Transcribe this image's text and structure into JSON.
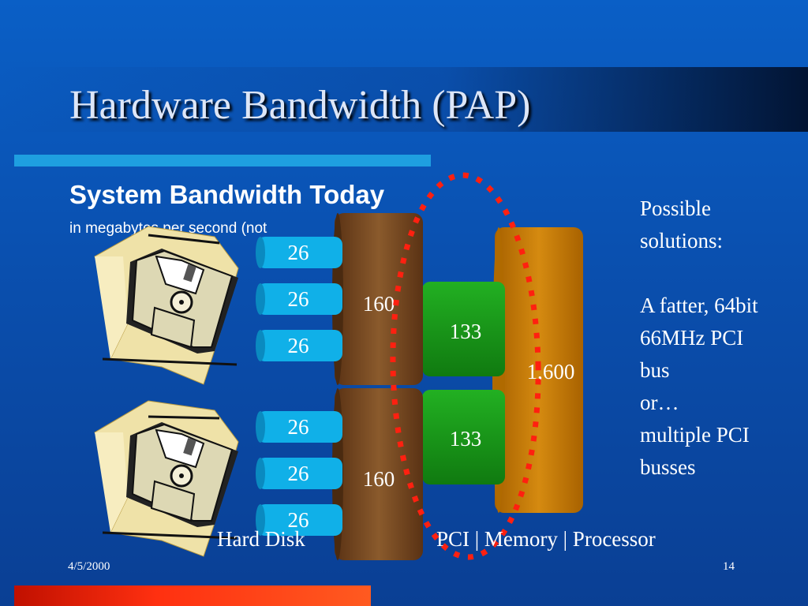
{
  "slide": {
    "title": "Hardware Bandwidth (PAP)",
    "subtitle": "System Bandwidth Today",
    "caption": "in megabytes per second (not",
    "side_text": {
      "line1": "Possible",
      "line2": "solutions:",
      "line3": "A fatter, 64bit",
      "line4": "66MHz PCI",
      "line5": "bus",
      "line6": "or…",
      "line7": "multiple PCI",
      "line8": "busses"
    },
    "bottom_left_label": "Hard Disk",
    "bottom_right_label": "PCI | Memory | Processor",
    "footer_date": "4/5/2000",
    "footer_page": "14"
  },
  "diagram": {
    "disk_links": [
      "26",
      "26",
      "26",
      "26",
      "26",
      "26"
    ],
    "controllers": [
      "160",
      "160"
    ],
    "pci_buses": [
      "133",
      "133"
    ],
    "memory": "1,600",
    "colors": {
      "disk_link": "#10b0e8",
      "controller": "#7a4a22",
      "pci": "#1a9a1a",
      "memory": "#c97800",
      "highlight": "#ff2010",
      "floppy_body": "#ddd8b4",
      "floppy_back": "#efe2a8"
    },
    "icons": [
      "floppy-disk-icon",
      "floppy-disk-icon"
    ]
  }
}
